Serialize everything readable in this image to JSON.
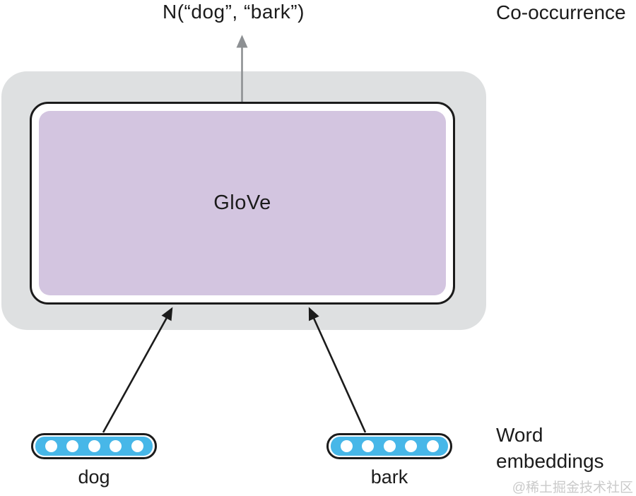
{
  "labels": {
    "cooccurrence_value": "N(“dog”, “bark”)",
    "cooccurrence_caption": "Co-occurrence",
    "model": "GloVe",
    "word_embeddings_caption": "Word embeddings",
    "watermark": "@稀土掘金技术社区"
  },
  "embeddings": [
    {
      "word": "dog",
      "dots": 5
    },
    {
      "word": "bark",
      "dots": 5
    }
  ],
  "colors": {
    "text": "#1b1b1b",
    "outer_box_fill": "#dee0e1",
    "inner_box_border": "#1b1b1b",
    "inner_box_fill": "#ffffff",
    "model_box_fill": "#d3c5e0",
    "embedding_border": "#1b1b1b",
    "embedding_fill": "#47b7e8",
    "embedding_dot": "#ffffff",
    "arrow_black": "#1b1b1b",
    "arrow_gray": "#8d9093",
    "watermark": "#cacaca"
  }
}
